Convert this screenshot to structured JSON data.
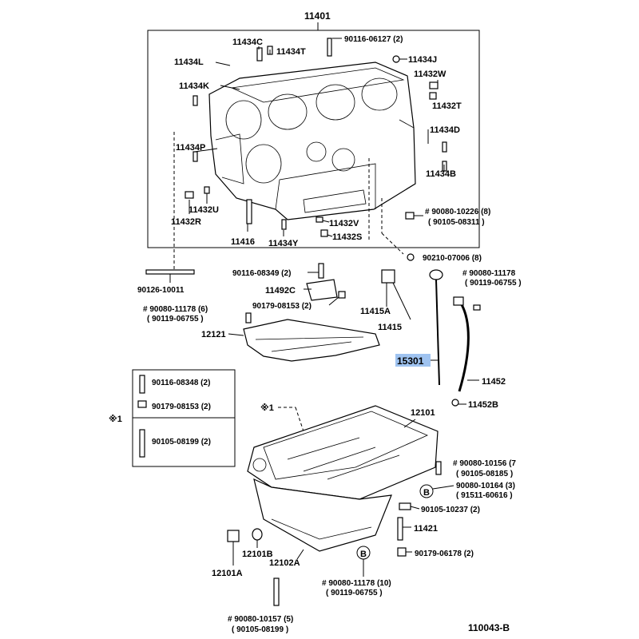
{
  "diagram": {
    "assembly_label": "11401",
    "footer_code": "110043-B",
    "highlight_color": "#9fc3f0",
    "labels": {
      "p11434C": "11434C",
      "p90116_06127": "90116-06127 (2)",
      "p11434L": "11434L",
      "p11434T": "11434T",
      "p11434J": "11434J",
      "p11432W": "11432W",
      "p11434K": "11434K",
      "p11432T": "11432T",
      "p11434D": "11434D",
      "p11434P": "11434P",
      "p11434B": "11434B",
      "p11432U": "11432U",
      "p11432R": "11432R",
      "p11432V": "11432V",
      "p90080_10226": "# 90080-10226 (8)",
      "p90105_08311": "( 90105-08311 )",
      "p11416": "11416",
      "p11434Y": "11434Y",
      "p11432S": "11432S",
      "p90210_07006": "90210-07006 (8)",
      "p90116_08349": "90116-08349 (2)",
      "p90080_11178a": "# 90080-11178",
      "p90119_06755a": "( 90119-06755 )",
      "p90126_10011": "90126-10011",
      "p11492C": "11492C",
      "p90179_08153a": "90179-08153 (2)",
      "p11415A": "11415A",
      "p90080_11178b": "# 90080-11178 (6)",
      "p90119_06755b": "( 90119-06755 )",
      "p11415": "11415",
      "p12121": "12121",
      "p15301": "15301",
      "p11452": "11452",
      "p11452B": "11452B",
      "p90116_08348": "90116-08348 (2)",
      "p90179_08153b": "90179-08153 (2)",
      "star1a": "※1",
      "p90105_08199": "90105-08199 (2)",
      "star1b": "※1",
      "p12101": "12101",
      "p90080_10156": "# 90080-10156 (7",
      "p90105_08185": "( 90105-08185 )",
      "circleB1": "B",
      "p90080_10164": "90080-10164 (3)",
      "p91511_60616": "( 91511-60616 )",
      "p90105_10237": "90105-10237 (2)",
      "p11421": "11421",
      "p12101B": "12101B",
      "p12102A": "12102A",
      "circleB2": "B",
      "p90179_06178": "90179-06178 (2)",
      "p12101A": "12101A",
      "p90080_11178c": "# 90080-11178 (10)",
      "p90119_06755c": "( 90119-06755 )",
      "p90080_10157": "# 90080-10157 (5)",
      "p90105_08199b": "( 90105-08199 )"
    }
  }
}
